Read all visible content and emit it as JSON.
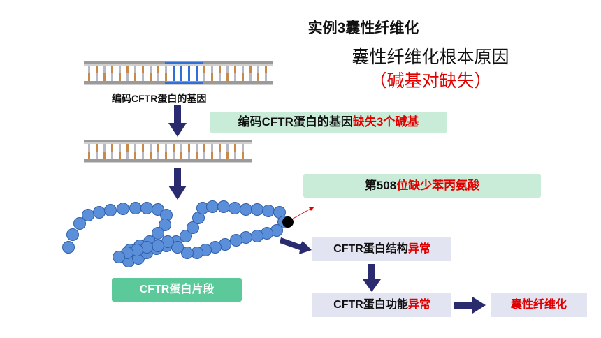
{
  "title": "实例3囊性纤维化",
  "subtitle": "囊性纤维化根本原因",
  "subtitle_paren": "（碱基对缺失）",
  "gene_label": "编码CFTR蛋白的基因",
  "deletion_note": {
    "black": "编码CFTR蛋白的基因",
    "red": "缺失3个碱基"
  },
  "mutation_note": {
    "black": "第508",
    "red": "位缺少苯丙氨酸"
  },
  "fragment_label": "CFTR蛋白片段",
  "structure_box": {
    "black": "CFTR蛋白结构",
    "red": "异常"
  },
  "function_box": {
    "black": "CFTR蛋白功能",
    "red": "异常"
  },
  "result_box": "囊性纤维化",
  "colors": {
    "accent_red": "#e00000",
    "arrow_navy": "#2a2a6e",
    "bead_blue": "#5b8fd9",
    "highlight_blue": "#2f6fd6"
  }
}
